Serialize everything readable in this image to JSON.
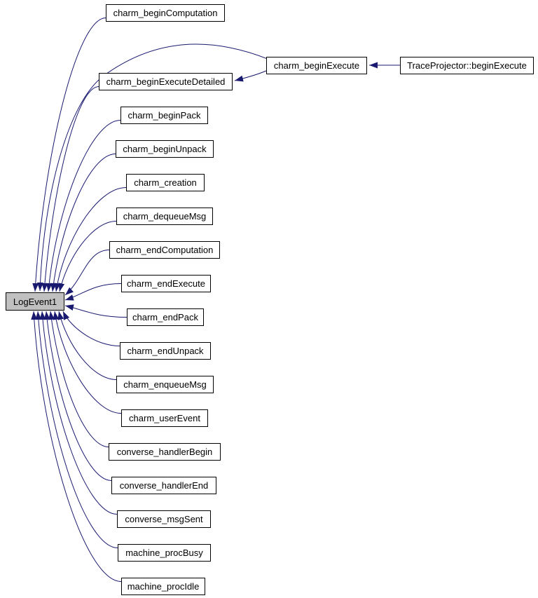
{
  "diagram": {
    "type": "caller-graph",
    "hub": "LogEvent1",
    "nodes": [
      {
        "id": "LogEvent1",
        "label": "LogEvent1",
        "highlight": true
      },
      {
        "id": "charm_beginComputation",
        "label": "charm_beginComputation"
      },
      {
        "id": "charm_beginExecute",
        "label": "charm_beginExecute"
      },
      {
        "id": "TraceProjector::beginExecute",
        "label": "TraceProjector::beginExecute"
      },
      {
        "id": "charm_beginExecuteDetailed",
        "label": "charm_beginExecuteDetailed"
      },
      {
        "id": "charm_beginPack",
        "label": "charm_beginPack"
      },
      {
        "id": "charm_beginUnpack",
        "label": "charm_beginUnpack"
      },
      {
        "id": "charm_creation",
        "label": "charm_creation"
      },
      {
        "id": "charm_dequeueMsg",
        "label": "charm_dequeueMsg"
      },
      {
        "id": "charm_endComputation",
        "label": "charm_endComputation"
      },
      {
        "id": "charm_endExecute",
        "label": "charm_endExecute"
      },
      {
        "id": "charm_endPack",
        "label": "charm_endPack"
      },
      {
        "id": "charm_endUnpack",
        "label": "charm_endUnpack"
      },
      {
        "id": "charm_enqueueMsg",
        "label": "charm_enqueueMsg"
      },
      {
        "id": "charm_userEvent",
        "label": "charm_userEvent"
      },
      {
        "id": "converse_handlerBegin",
        "label": "converse_handlerBegin"
      },
      {
        "id": "converse_handlerEnd",
        "label": "converse_handlerEnd"
      },
      {
        "id": "converse_msgSent",
        "label": "converse_msgSent"
      },
      {
        "id": "machine_procBusy",
        "label": "machine_procBusy"
      },
      {
        "id": "machine_procIdle",
        "label": "machine_procIdle"
      }
    ],
    "edges": [
      {
        "from": "charm_beginComputation",
        "to": "LogEvent1"
      },
      {
        "from": "charm_beginExecute",
        "to": "LogEvent1"
      },
      {
        "from": "charm_beginExecuteDetailed",
        "to": "LogEvent1"
      },
      {
        "from": "charm_beginPack",
        "to": "LogEvent1"
      },
      {
        "from": "charm_beginUnpack",
        "to": "LogEvent1"
      },
      {
        "from": "charm_creation",
        "to": "LogEvent1"
      },
      {
        "from": "charm_dequeueMsg",
        "to": "LogEvent1"
      },
      {
        "from": "charm_endComputation",
        "to": "LogEvent1"
      },
      {
        "from": "charm_endExecute",
        "to": "LogEvent1"
      },
      {
        "from": "charm_endPack",
        "to": "LogEvent1"
      },
      {
        "from": "charm_endUnpack",
        "to": "LogEvent1"
      },
      {
        "from": "charm_enqueueMsg",
        "to": "LogEvent1"
      },
      {
        "from": "charm_userEvent",
        "to": "LogEvent1"
      },
      {
        "from": "converse_handlerBegin",
        "to": "LogEvent1"
      },
      {
        "from": "converse_handlerEnd",
        "to": "LogEvent1"
      },
      {
        "from": "converse_msgSent",
        "to": "LogEvent1"
      },
      {
        "from": "machine_procBusy",
        "to": "LogEvent1"
      },
      {
        "from": "machine_procIdle",
        "to": "LogEvent1"
      },
      {
        "from": "charm_beginExecute",
        "to": "charm_beginExecuteDetailed"
      },
      {
        "from": "TraceProjector::beginExecute",
        "to": "charm_beginExecute"
      }
    ],
    "colors": {
      "edge": "#191970",
      "node_border": "#000000",
      "node_fill": "#ffffff",
      "hub_fill": "#c0c0c0",
      "text": "#000000",
      "background": "#ffffff"
    }
  }
}
